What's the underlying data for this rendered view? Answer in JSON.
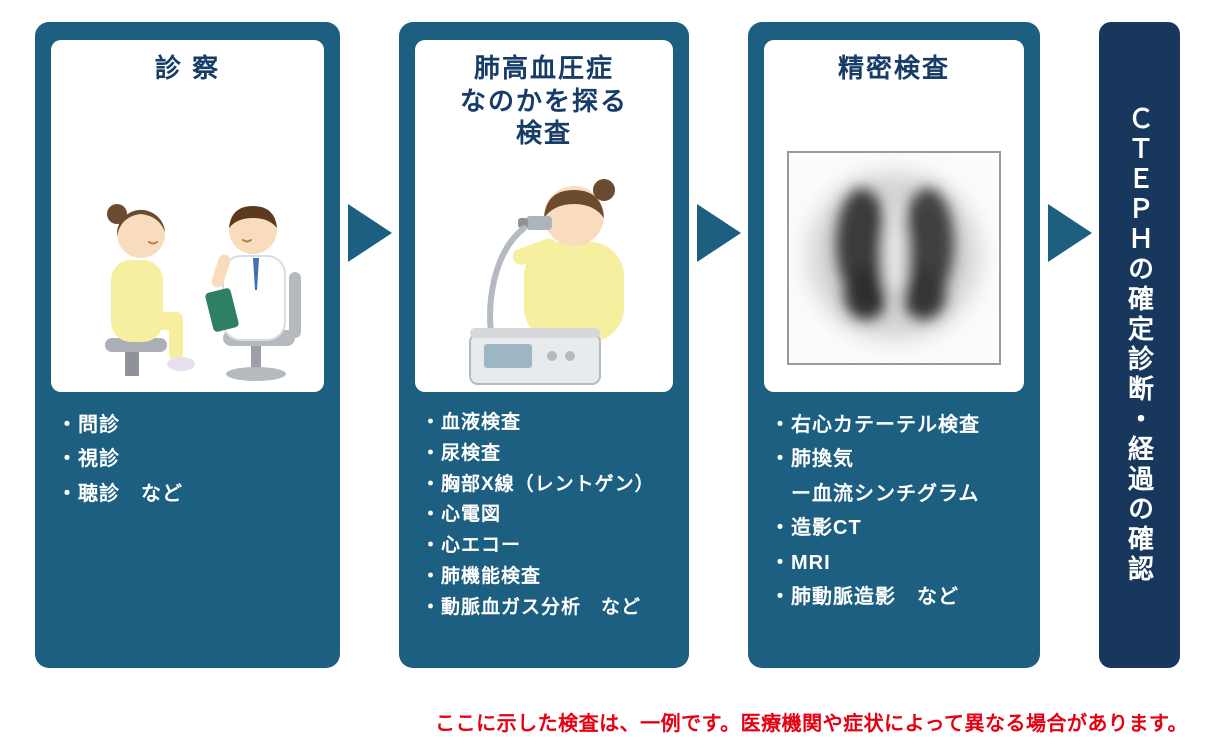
{
  "panels": [
    {
      "title": "診 察",
      "items": [
        "・問診",
        "・視診",
        "・聴診　など"
      ]
    },
    {
      "title": "肺高血圧症\nなのかを探る\n検査",
      "items": [
        "・血液検査",
        "・尿検査",
        "・胸部X線（レントゲン）",
        "・心電図",
        "・心エコー",
        "・肺機能検査",
        "・動脈血ガス分析　など"
      ]
    },
    {
      "title": "精密検査",
      "items": [
        "・右心カテーテル検査",
        "・肺換気",
        "　ー血流シンチグラム",
        "・造影CT",
        "・MRI",
        "・肺動脈造影　など"
      ]
    }
  ],
  "final": {
    "title": "ＣＴＥＰＨの確定診断・経過の確認"
  },
  "footnote": "ここに示した検査は、一例です。医療機関や症状によって異なる場合があります。",
  "icons": {
    "flow_arrow": "right-triangle-arrow"
  },
  "colors": {
    "panel": "#1d5f80",
    "final_panel": "#17375c",
    "title": "#173c68",
    "note": "#e60012"
  }
}
